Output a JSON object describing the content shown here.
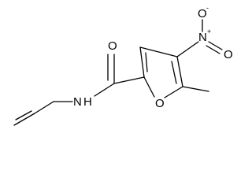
{
  "molecule": {
    "atoms": {
      "o_carbonyl": "O",
      "n_amide": "N",
      "h_amide": "H",
      "o_ring": "O",
      "n_nitro": "N",
      "n_nitro_charge": "+",
      "o_nitro_top": "O",
      "o_nitro_top_charge": "-",
      "o_nitro_right": "O"
    }
  }
}
